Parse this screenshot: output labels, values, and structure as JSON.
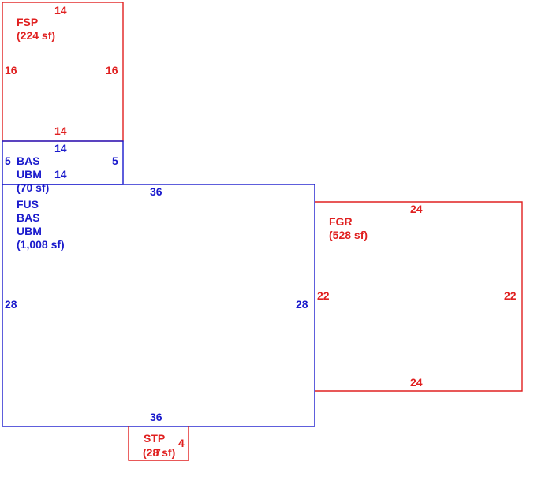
{
  "colors": {
    "red": "#e02020",
    "blue": "#1a1acc"
  },
  "areas": {
    "fsp": {
      "name": "FSP",
      "area": "(224 sf)",
      "dim_top": "14",
      "dim_left": "16",
      "dim_right": "16",
      "dim_bottom": "14"
    },
    "bas_small": {
      "line1": "BAS",
      "line2": "UBM",
      "area": "(70 sf)",
      "dim_top": "14",
      "dim_left": "5",
      "dim_right": "5",
      "dim_bottom": "14"
    },
    "main": {
      "line1": "FUS",
      "line2": "BAS",
      "line3": "UBM",
      "area": "(1,008 sf)",
      "dim_top": "36",
      "dim_left": "28",
      "dim_right": "28",
      "dim_bottom": "36"
    },
    "fgr": {
      "name": "FGR",
      "area": "(528 sf)",
      "dim_top": "24",
      "dim_left": "22",
      "dim_right": "22",
      "dim_bottom": "24"
    },
    "stp": {
      "name": "STP",
      "area": "(28 sf)",
      "dim_right": "4",
      "dim_bottom": "7"
    }
  }
}
